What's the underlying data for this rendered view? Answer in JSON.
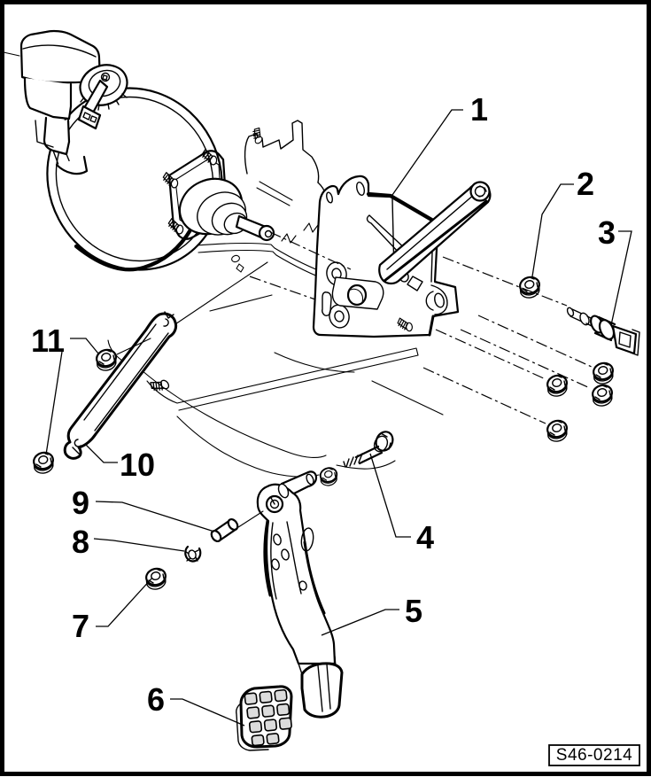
{
  "figure": {
    "label_code": "S46-0214",
    "callouts": [
      "1",
      "2",
      "3",
      "4",
      "5",
      "6",
      "7",
      "8",
      "9",
      "10",
      "11"
    ],
    "colors": {
      "line": "#000000",
      "background": "#ffffff",
      "flange_shade": "#c9c9c9",
      "pad_shade": "#dcdcdc"
    }
  }
}
